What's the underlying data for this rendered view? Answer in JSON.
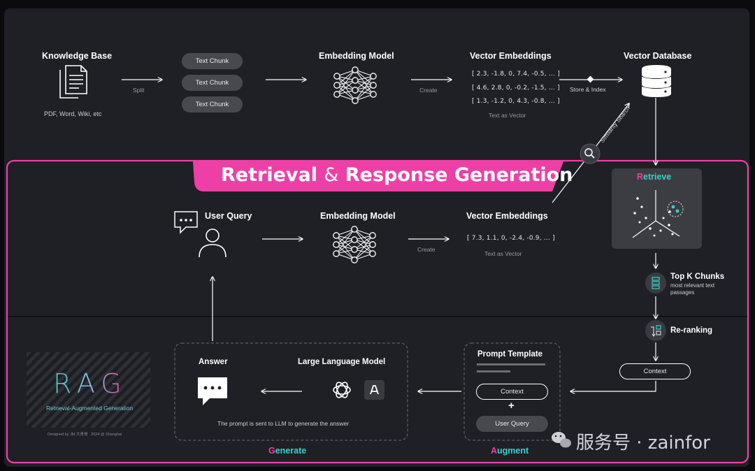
{
  "ingest": {
    "knowledge_base": "Knowledge Base",
    "sources": "PDF, Word, Wiki, etc",
    "split": "Split",
    "chunk_label": "Text Chunk",
    "embedding_model": "Embedding Model",
    "create": "Create",
    "vector_embeddings": "Vector Embeddings",
    "vectors": [
      "[ 2.3, -1.8, 0, 7.4, -0.5, ... ]",
      "[ 4.6, 2.8, 0, -0.2, -1.5, ... ]",
      "[ 1.3, -1.2, 0, 4.3, -0.8, ... ]"
    ],
    "text_as_vector": "Text as Vector",
    "store_index": "Store & Index",
    "vector_database": "Vector Database",
    "similarity_search": "Similarity Search"
  },
  "retrieval": {
    "banner_a": "Retrieval",
    "banner_amp": "&",
    "banner_b": "Response Generation",
    "user_query": "User Query",
    "embedding_model": "Embedding Model",
    "create": "Create",
    "vector_embeddings": "Vector Embeddings",
    "vector": "[ 7.3, 1.1, 0, -2.4, -0.9, ... ]",
    "text_as_vector": "Text as Vector",
    "retrieve_first": "R",
    "retrieve_rest": "etrieve",
    "topk_title": "Top K Chunks",
    "topk_sub1": "most relevant text",
    "topk_sub2": "passages",
    "rerank": "Re-ranking",
    "context": "Context"
  },
  "augment": {
    "prompt_template": "Prompt Template",
    "context": "Context",
    "plus": "+",
    "user_query": "User Query",
    "label_first": "A",
    "label_rest": "ugment"
  },
  "generate": {
    "answer": "Answer",
    "llm": "Large Language Model",
    "note": "The prompt is sent to LLM to generate the answer",
    "label_first": "G",
    "label_rest": "enerate"
  },
  "rag_card": {
    "title": "RAG",
    "subtitle": "Retrieval-Augmented Generation",
    "credit_a": "Designed by JM 大青哥",
    "credit_b": "2024 @ Shanghai"
  },
  "watermark": "服务号 · zainfor",
  "colors": {
    "pink": "#ee3fa6",
    "teal": "#39d0c8",
    "panel": "#1e2026",
    "pill": "#48494f"
  }
}
